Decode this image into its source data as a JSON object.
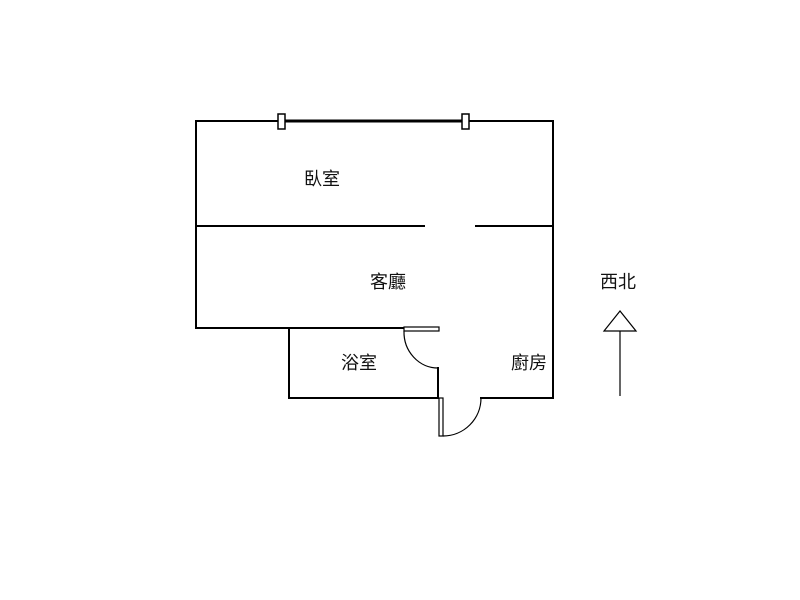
{
  "rooms": {
    "bedroom": "臥室",
    "living_room": "客廳",
    "bathroom": "浴室",
    "kitchen": "廚房"
  },
  "compass": {
    "label": "西北",
    "icon": "north-arrow-icon"
  },
  "colors": {
    "wall": "#000000",
    "background": "#ffffff"
  }
}
